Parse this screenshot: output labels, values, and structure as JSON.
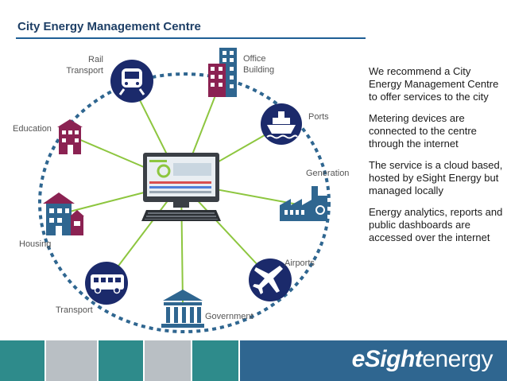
{
  "title": "City Energy Management Centre",
  "labels": {
    "rail_transport": "Rail\nTransport",
    "office_building": "Office\nBuilding",
    "ports": "Ports",
    "generation": "Generation",
    "airports": "Airports",
    "government": "Government",
    "transport": "Transport",
    "housing": "Housing",
    "education": "Education"
  },
  "bullets": [
    "We recommend a City Energy Management Centre to offer services to the city",
    "Metering devices are connected to the centre through the internet",
    "The service is a cloud based, hosted by eSight Energy but managed locally",
    "Energy analytics, reports and public dashboards are accessed over the internet"
  ],
  "brand": {
    "part1": "eSight",
    "part2": "energy"
  },
  "colors": {
    "navy": "#1b2a6b",
    "purple": "#8b2252",
    "teal": "#2e8b8b",
    "green": "#8dc63f",
    "steel": "#2f6690"
  }
}
